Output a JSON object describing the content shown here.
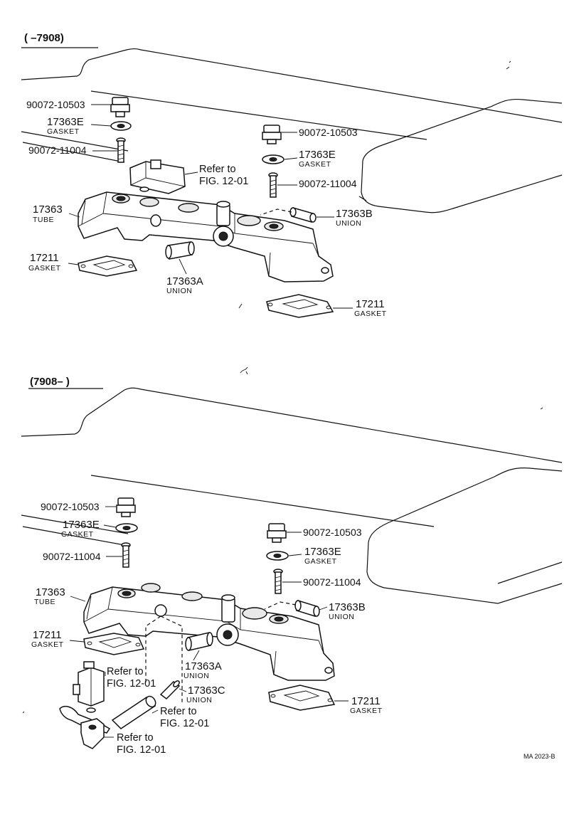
{
  "sections": {
    "top": {
      "range_label": "(       –7908)",
      "labels": {
        "bolt_left": "90072-10503",
        "gasket_left_num": "17363E",
        "gasket_left_sub": "GASKET",
        "screw_left": "90072-11004",
        "refer_1": "Refer to",
        "refer_1_fig": "FIG. 12-01",
        "bolt_right": "90072-10503",
        "gasket_right_num": "17363E",
        "gasket_right_sub": "GASKET",
        "screw_right": "90072-11004",
        "tube_num": "17363",
        "tube_sub": "TUBE",
        "union_b_num": "17363B",
        "union_b_sub": "UNION",
        "gasket_211_left_num": "17211",
        "gasket_211_left_sub": "GASKET",
        "union_a_num": "17363A",
        "union_a_sub": "UNION",
        "gasket_211_right_num": "17211",
        "gasket_211_right_sub": "GASKET"
      }
    },
    "bottom": {
      "range_label": "(7908–        )",
      "labels": {
        "bolt_left": "90072-10503",
        "gasket_left_num": "17363E",
        "gasket_left_sub": "GASKET",
        "screw_left": "90072-11004",
        "bolt_right": "90072-10503",
        "gasket_right_num": "17363E",
        "gasket_right_sub": "GASKET",
        "screw_right": "90072-11004",
        "tube_num": "17363",
        "tube_sub": "TUBE",
        "union_b_num": "17363B",
        "union_b_sub": "UNION",
        "gasket_211_left_num": "17211",
        "gasket_211_left_sub": "GASKET",
        "union_a_num": "17363A",
        "union_a_sub": "UNION",
        "refer_1": "Refer to",
        "refer_1_fig": "FIG. 12-01",
        "union_c_num": "17363C",
        "union_c_sub": "UNION",
        "refer_2": "Refer to",
        "refer_2_fig": "FIG. 12-01",
        "refer_3": "Refer to",
        "refer_3_fig": "FIG. 12-01",
        "gasket_211_right_num": "17211",
        "gasket_211_right_sub": "GASKET"
      }
    }
  },
  "footer": {
    "drawing_code": "MA  2023-B"
  }
}
